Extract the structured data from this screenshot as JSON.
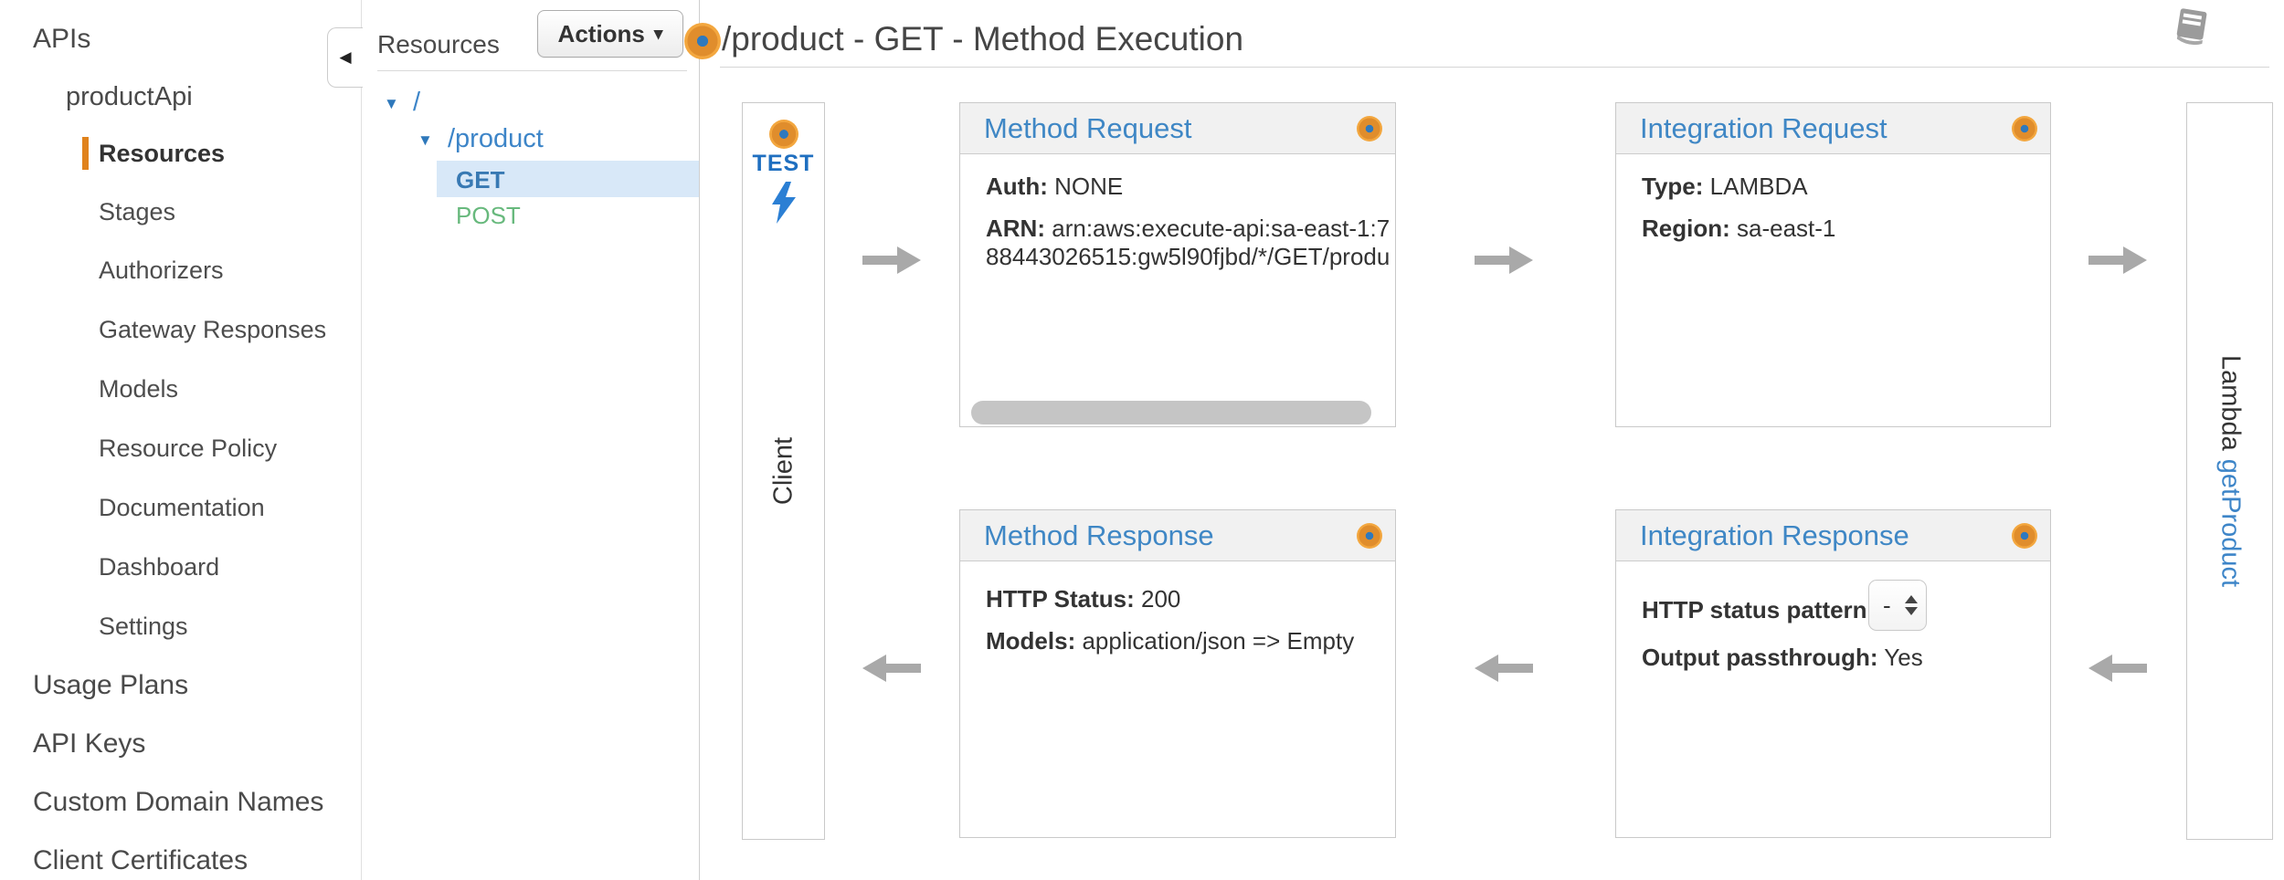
{
  "sidebar": {
    "apis_label": "APIs",
    "api_name": "productApi",
    "api_nav": [
      "Resources",
      "Stages",
      "Authorizers",
      "Gateway Responses",
      "Models",
      "Resource Policy",
      "Documentation",
      "Dashboard",
      "Settings"
    ],
    "root_nav": [
      "Usage Plans",
      "API Keys",
      "Custom Domain Names",
      "Client Certificates"
    ]
  },
  "resources_panel": {
    "title": "Resources",
    "actions_button": "Actions",
    "tree": {
      "root": "/",
      "resource": "/product",
      "methods": [
        "GET",
        "POST"
      ],
      "selected_method": "GET"
    }
  },
  "header": {
    "title": "/product - GET - Method Execution"
  },
  "pipeline": {
    "client": {
      "test_label": "TEST",
      "name": "Client"
    },
    "method_request": {
      "title": "Method Request",
      "auth_label": "Auth:",
      "auth_value": "NONE",
      "arn_label": "ARN:",
      "arn_value": "arn:aws:execute-api:sa-east-1:788443026515:gw5l90fjbd/*/GET/produ"
    },
    "integration_request": {
      "title": "Integration Request",
      "type_label": "Type:",
      "type_value": "LAMBDA",
      "region_label": "Region:",
      "region_value": "sa-east-1"
    },
    "method_response": {
      "title": "Method Response",
      "http_status_label": "HTTP Status:",
      "http_status_value": "200",
      "models_label": "Models:",
      "models_value": "application/json => Empty"
    },
    "integration_response": {
      "title": "Integration Response",
      "http_status_pattern_label": "HTTP status pattern:",
      "http_status_pattern_value": "-",
      "output_passthrough_label": "Output passthrough:",
      "output_passthrough_value": "Yes"
    },
    "lambda": {
      "service_label": "Lambda",
      "function_name": "getProduct"
    }
  },
  "icons": {
    "collapse": "◀",
    "caret_down": "▾",
    "tree_expand": "▼"
  },
  "colors": {
    "accent_orange": "#f3a73f",
    "marker_blue": "#2f79bd",
    "link_blue": "#3d85c8",
    "method_get_blue": "#3879b3",
    "method_post_green": "#68b97d",
    "panel_header_blue": "#3f87c5",
    "selected_row_bg": "#d8e8f8",
    "active_nav_bar": "#e0821c",
    "arrow_gray": "#a9a9a9"
  }
}
